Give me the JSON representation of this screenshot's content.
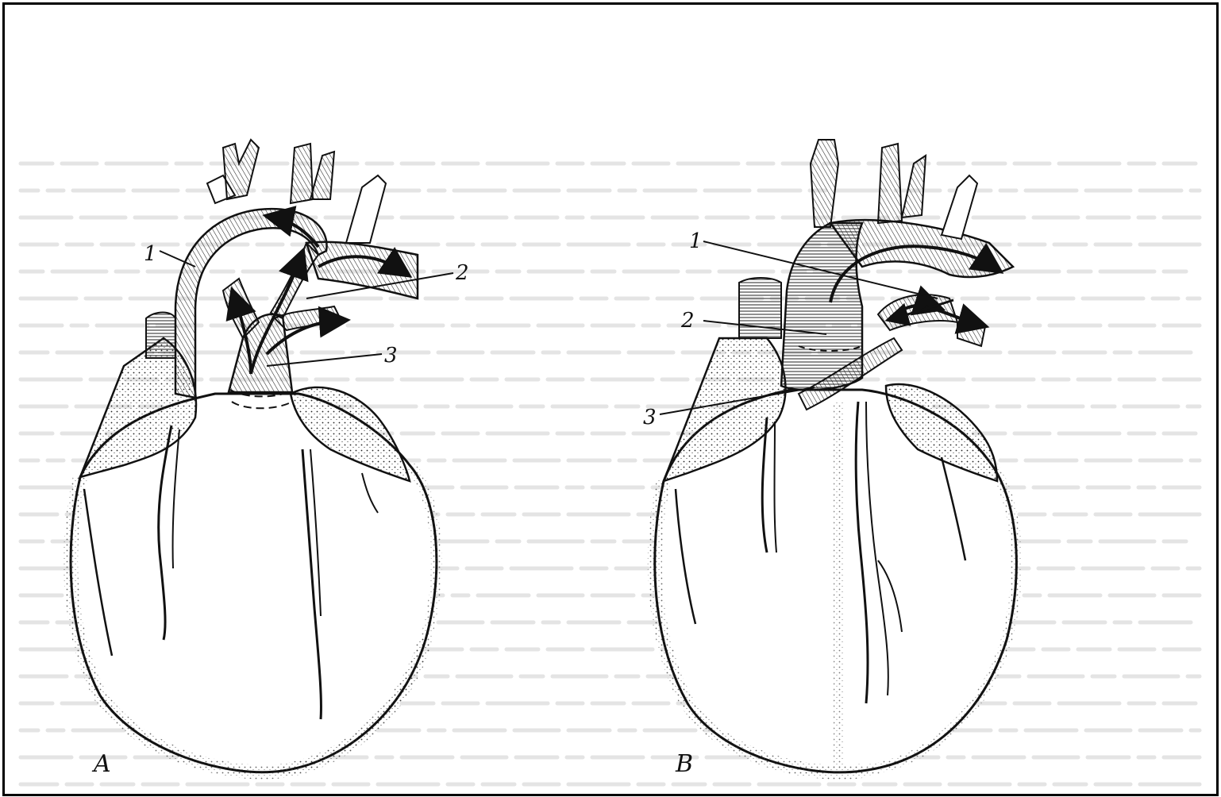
{
  "figure": {
    "panels": [
      {
        "id": "A",
        "label": "A",
        "callouts": [
          {
            "number": "1"
          },
          {
            "number": "2"
          },
          {
            "number": "3"
          }
        ]
      },
      {
        "id": "B",
        "label": "B",
        "callouts": [
          {
            "number": "1"
          },
          {
            "number": "2"
          },
          {
            "number": "3"
          }
        ]
      }
    ],
    "colors": {
      "ink": "#111111",
      "paper": "#ffffff",
      "bleed_through_text": "#e4e4e4"
    }
  }
}
